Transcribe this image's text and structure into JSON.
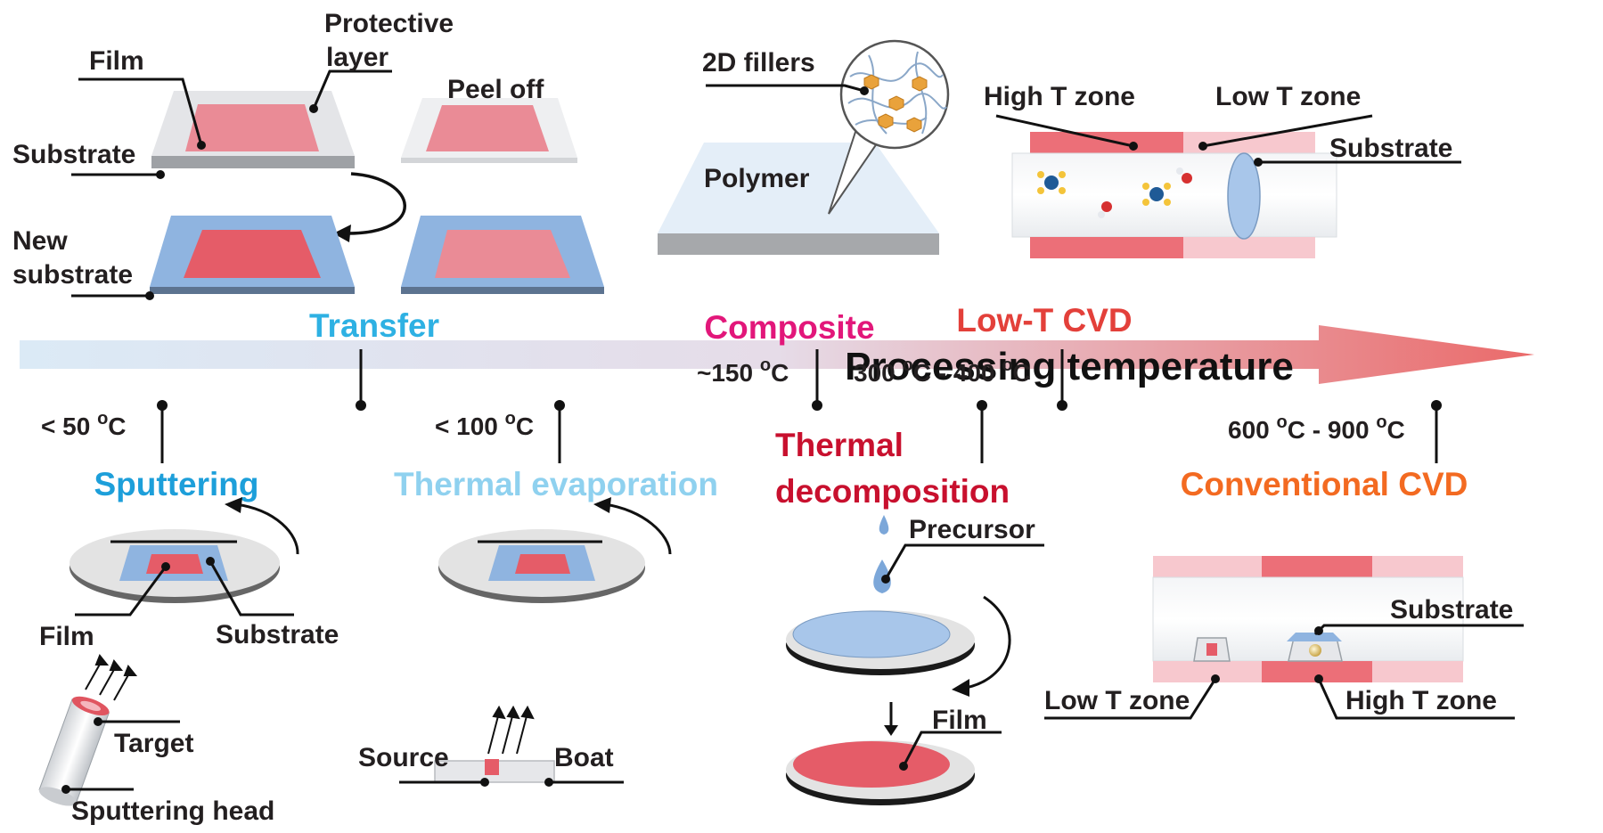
{
  "colors": {
    "transfer": "#2eb1e3",
    "sputtering": "#1d9fda",
    "thermal_evaporation": "#8fd1ef",
    "composite": "#e2177a",
    "thermal_decomposition": "#c8102e",
    "low_t_cvd": "#e3403a",
    "conventional_cvd": "#f36a21",
    "axis_start": "#d9eaf7",
    "axis_end": "#ea6b6b",
    "film": "#ee8b93",
    "substrate_blue": "#8fb4e0",
    "text": "#231f20"
  },
  "axis": {
    "label": "Processing temperature"
  },
  "categories": {
    "transfer": "Transfer",
    "sputtering": "Sputtering",
    "thermal_evaporation": "Thermal evaporation",
    "composite": "Composite",
    "thermal_decomposition_1": "Thermal",
    "thermal_decomposition_2": "decomposition",
    "low_t_cvd": "Low-T CVD",
    "conventional_cvd": "Conventional CVD"
  },
  "temperatures": {
    "sputtering": {
      "prefix": "< 50 ",
      "sup": "o",
      "suffix": "C"
    },
    "thermal_evaporation": {
      "prefix": "< 100 ",
      "sup": "o",
      "suffix": "C"
    },
    "composite": {
      "prefix": "~150 ",
      "sup": "o",
      "suffix": "C"
    },
    "thermal_decomposition": {
      "prefix": "300 ",
      "sup": "o",
      "mid": "C - 400 ",
      "sup2": "o",
      "suffix": "C"
    },
    "conventional_cvd": {
      "prefix": "600 ",
      "sup": "o",
      "mid": "C - 900 ",
      "sup2": "o",
      "suffix": "C"
    }
  },
  "transfer_labels": {
    "film": "Film",
    "protective_1": "Protective",
    "protective_2": "layer",
    "substrate": "Substrate",
    "peel_off": "Peel off",
    "new_1": "New",
    "new_2": "substrate"
  },
  "composite_labels": {
    "fillers": "2D fillers",
    "polymer": "Polymer"
  },
  "low_t_cvd_labels": {
    "high_zone": "High T zone",
    "low_zone": "Low T zone",
    "substrate": "Substrate"
  },
  "sputtering_labels": {
    "film": "Film",
    "substrate": "Substrate",
    "target": "Target",
    "head": "Sputtering head"
  },
  "evaporation_labels": {
    "source": "Source",
    "boat": "Boat"
  },
  "decomposition_labels": {
    "precursor": "Precursor",
    "film": "Film"
  },
  "conventional_labels": {
    "substrate": "Substrate",
    "low_zone": "Low T zone",
    "high_zone": "High T zone"
  }
}
